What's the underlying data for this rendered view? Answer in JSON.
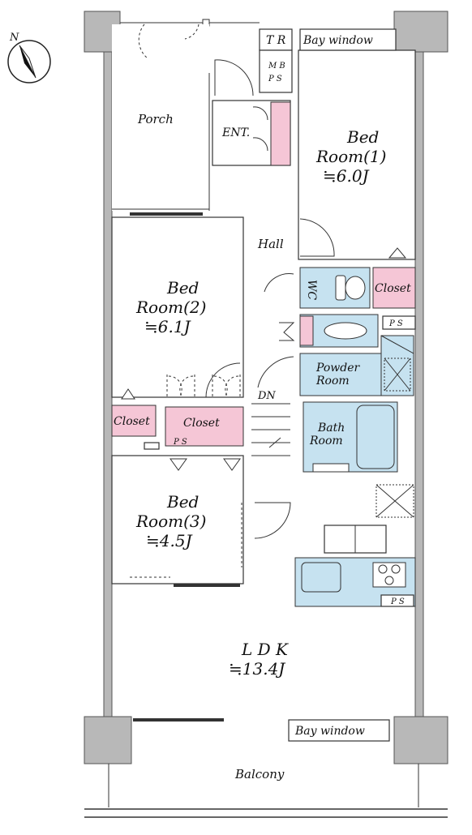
{
  "compass": {
    "label": "N"
  },
  "labels": {
    "tr": "T R",
    "bay_window_top": "Bay window",
    "mb": "M B",
    "ps_mb": "P S",
    "porch": "Porch",
    "ent": "ENT.",
    "bed1_line1": "Bed",
    "bed1_line2": "Room(1)",
    "bed1_size": "≒6.0J",
    "hall": "Hall",
    "wc": "WC",
    "closet_right": "Closet",
    "ps_right": "P S",
    "bed2_line1": "Bed",
    "bed2_line2": "Room(2)",
    "bed2_size": "≒6.1J",
    "powder_line1": "Powder",
    "powder_line2": "Room",
    "dn": "DN",
    "closet_left": "Closet",
    "closet_mid": "Closet",
    "ps_mid": "P S",
    "bath_line1": "Bath",
    "bath_line2": "Room",
    "bed3_line1": "Bed",
    "bed3_line2": "Room(3)",
    "bed3_size": "≒4.5J",
    "ps_kitchen": "P S",
    "ldk": "L D K",
    "ldk_size": "≒13.4J",
    "bay_window_bottom": "Bay window",
    "balcony": "Balcony"
  }
}
